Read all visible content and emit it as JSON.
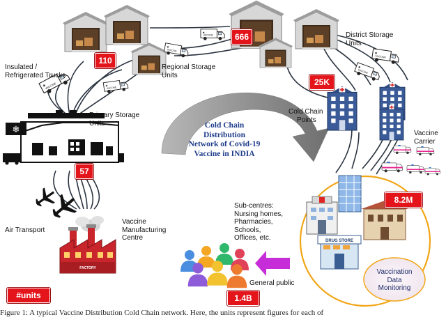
{
  "title": {
    "line1": "Cold Chain",
    "line2": "Distribution",
    "line3": "Network of Covid-19",
    "line4": "Vaccine in INDIA"
  },
  "labels": {
    "insulated_trucks": [
      "Insulated /",
      "Refrigerated Trucks"
    ],
    "primary_storage": [
      "Primary Storage",
      "Units"
    ],
    "regional_storage": [
      "Regional Storage",
      "Units"
    ],
    "district_storage": [
      "District Storage",
      "Units"
    ],
    "cold_chain_points": [
      "Cold Chain",
      "Points"
    ],
    "vaccine_carrier": [
      "Vaccine",
      "Carrier"
    ],
    "air_transport": "Air Transport",
    "manufacturing": [
      "Vaccine",
      "Manufacturing",
      "Centre"
    ],
    "sub_centres": [
      "Sub-centres:",
      "Nursing homes,",
      "Pharmacies,",
      "Schools,",
      "Offices, etc."
    ],
    "general_public": "General public",
    "vaccination_monitoring": [
      "Vaccination",
      "Data",
      "Monitoring"
    ],
    "legend_units": "#units"
  },
  "badges": {
    "primary": "57",
    "regional": "110",
    "district": "666",
    "cold_chain": "25K",
    "sub_centres": "8.2M",
    "public": "1.4B"
  },
  "icon_texts": {
    "vaccine": "VACCINE",
    "drug_store": "DRUG STORE",
    "factory": "FACTORY"
  },
  "caption": "Figure 1: A typical Vaccine Distribution Cold Chain network. Here, the units represent figures for each of",
  "colors": {
    "badge": "#e4141b",
    "title": "#1f3d8a",
    "arrow_gray": "#8c8c8c",
    "flow_lines": "#2b3440",
    "public_arrow": "#c62cd8",
    "circle": "#f2a516",
    "warehouse_roof": "#a9a9a9",
    "warehouse_door": "#4a3320",
    "hospital": "#3c5c9a",
    "factory": "#c8252c",
    "monitor_fill": "#f6eef4"
  }
}
